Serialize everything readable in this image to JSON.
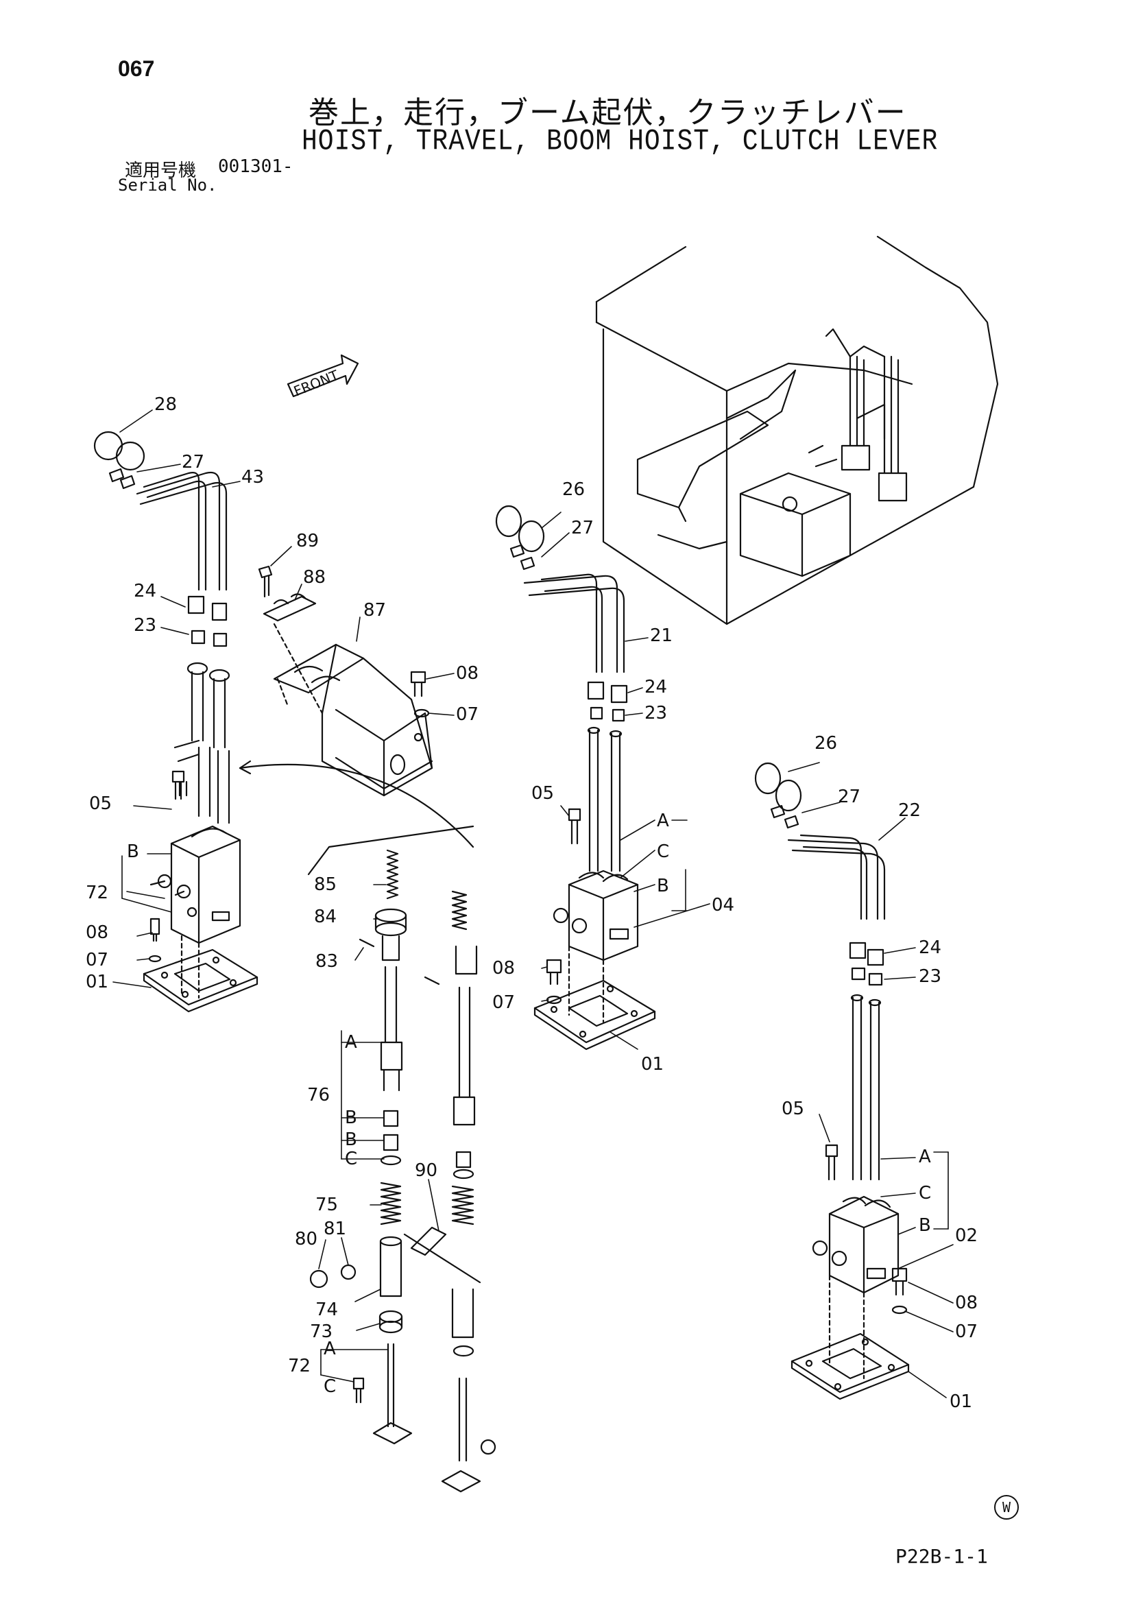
{
  "page_number": "067",
  "title_jp": "巻上，走行，ブーム起伏，クラッチレバー",
  "title_en": "HOIST, TRAVEL, BOOM HOIST, CLUTCH LEVER",
  "serial_label_jp": "適用号機",
  "serial_label_en": "Serial No.",
  "serial_value": "001301-",
  "front_label": "FRONT",
  "footer_code": "P22B-1-1",
  "w_mark": "W",
  "callouts": {
    "c28": "28",
    "c27a": "27",
    "c43": "43",
    "c89": "89",
    "c88": "88",
    "c87": "87",
    "c24a": "24",
    "c23a": "23",
    "c08a": "08",
    "c07a": "07",
    "c05a": "05",
    "cBa": "B",
    "c72a": "72",
    "c08b": "08",
    "c07b": "07",
    "c01a": "01",
    "c26a": "26",
    "c27b": "27",
    "c21": "21",
    "c24b": "24",
    "c23b": "23",
    "c05b": "05",
    "cAb": "A",
    "cCb": "C",
    "cBb": "B",
    "c04": "04",
    "c08c": "08",
    "c07c": "07",
    "c01b": "01",
    "c85": "85",
    "c84": "84",
    "c83": "83",
    "cA76": "A",
    "c76": "76",
    "cB76a": "B",
    "cB76b": "B",
    "cC76": "C",
    "c90": "90",
    "c75": "75",
    "c80": "80",
    "c81": "81",
    "c74": "74",
    "c73": "73",
    "c72b": "72",
    "cA72": "A",
    "cC72": "C",
    "c26b": "26",
    "c27c": "27",
    "c22": "22",
    "c24c": "24",
    "c23c": "23",
    "c05c": "05",
    "cAc": "A",
    "cCc": "C",
    "cBc": "B",
    "c02": "02",
    "c08d": "08",
    "c07d": "07",
    "c01c": "01"
  }
}
